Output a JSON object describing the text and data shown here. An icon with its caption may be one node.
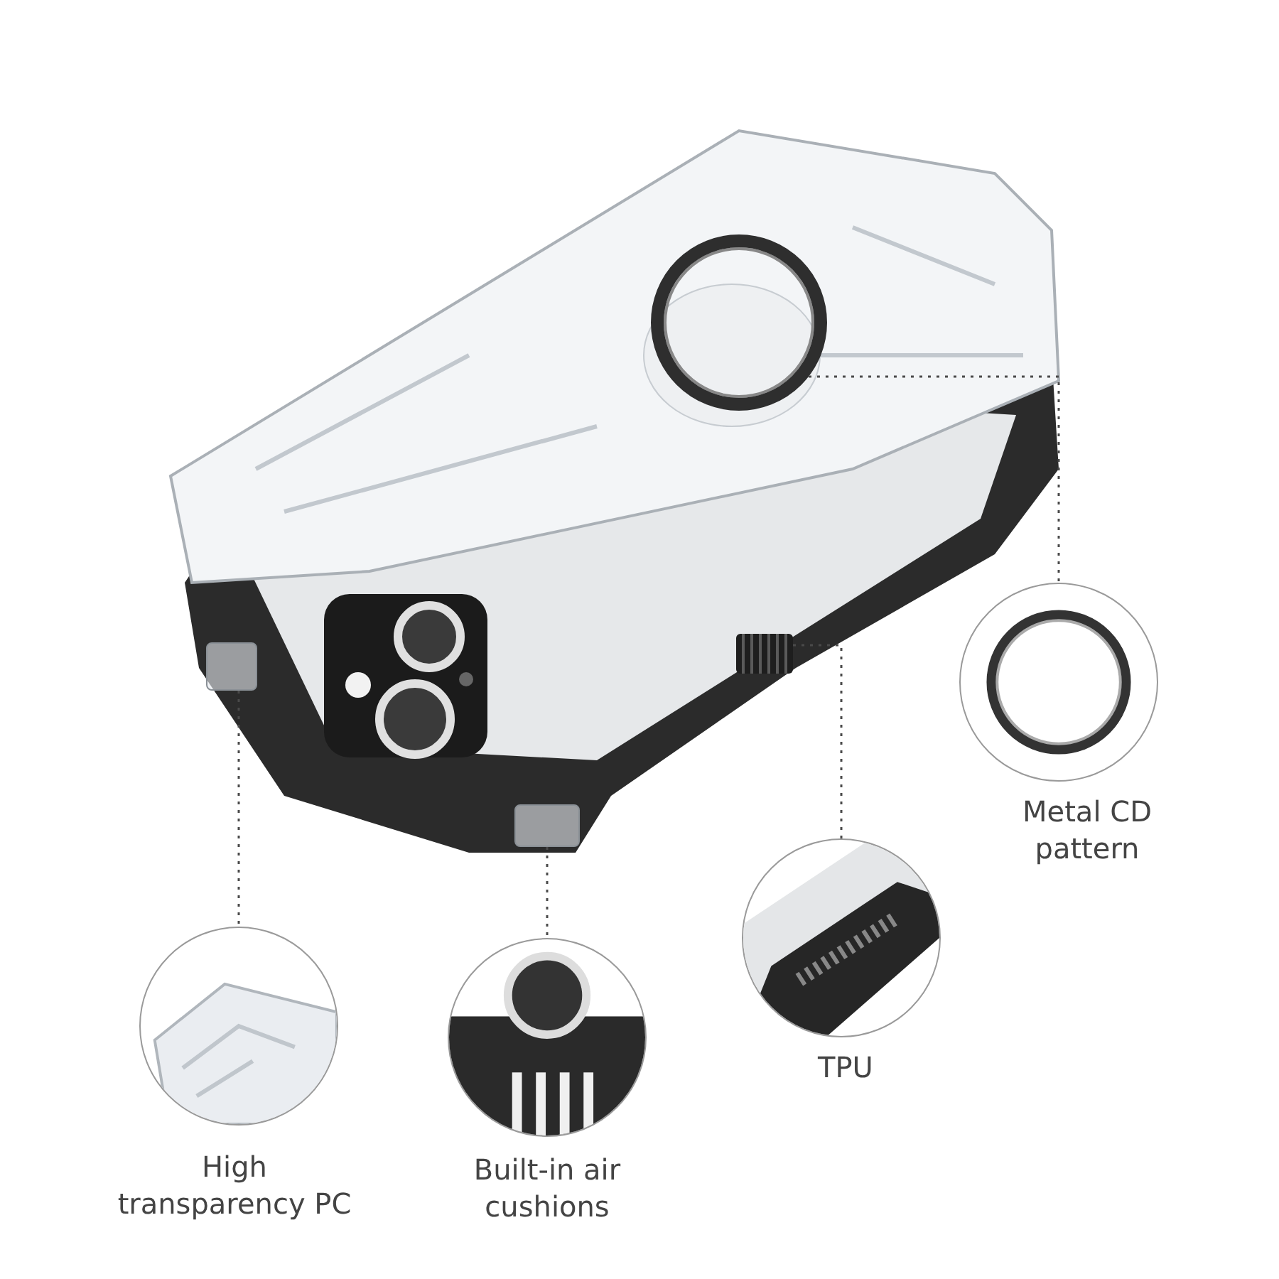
{
  "diagram": {
    "nodes": [
      {
        "text": [],
        "shape": "picture"
      },
      {
        "text": [],
        "shape": "circle"
      },
      {
        "text": [],
        "shape": "bar",
        "in": 0
      },
      {
        "text": [],
        "shape": "box",
        "in": 0
      },
      {
        "text": [],
        "shape": "box",
        "in": 0
      },
      {
        "text": [],
        "shape": "picture",
        "beside": [
          "Metal CD pattern"
        ]
      },
      {
        "text": [],
        "shape": "picture",
        "beside": [
          "TPU"
        ]
      },
      {
        "text": [],
        "shape": "picture",
        "beside": [
          "Built-in air cushions"
        ]
      },
      {
        "text": [],
        "shape": "picture",
        "beside": [
          "High transparency PC"
        ]
      }
    ],
    "edges": [
      {
        "from": 1,
        "to": 5,
        "arrow": "none",
        "style": "dashed"
      },
      {
        "from": 2,
        "to": 6,
        "arrow": "none",
        "style": "dashed"
      },
      {
        "from": 3,
        "to": 7,
        "arrow": "none",
        "style": "dashed"
      },
      {
        "from": 4,
        "to": 8,
        "arrow": "none",
        "style": "dashed"
      }
    ]
  }
}
